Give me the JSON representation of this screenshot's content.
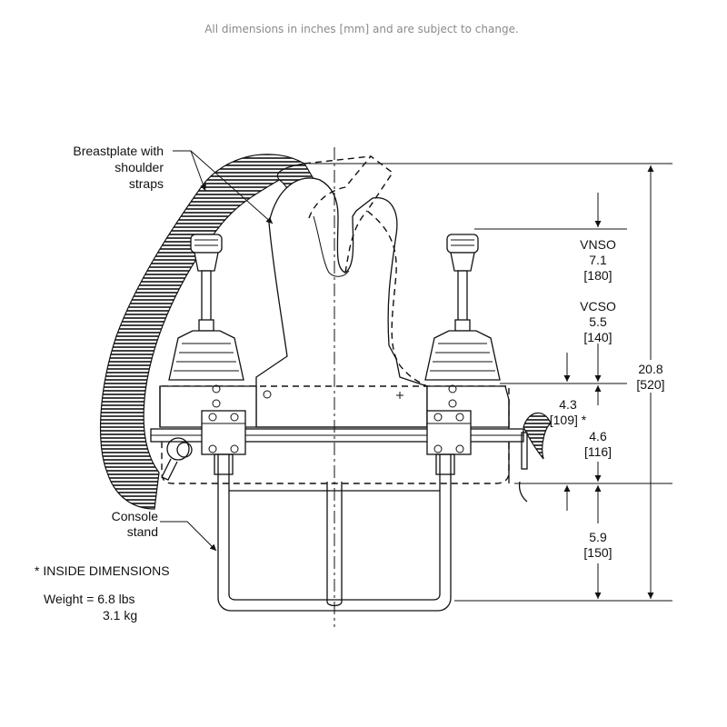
{
  "header": {
    "note": "All dimensions in inches [mm] and are subject to change."
  },
  "callouts": {
    "breastplate_lines": [
      "Breastplate with",
      "shoulder",
      "straps"
    ],
    "console_lines": [
      "Console",
      "stand"
    ],
    "inside_note": "* INSIDE DIMENSIONS",
    "weight_lines": [
      "Weight = 6.8 lbs",
      "3.1 kg"
    ]
  },
  "dimensions": {
    "vnso": {
      "name": "VNSO",
      "in": "7.1",
      "mm": "[180]"
    },
    "vcso": {
      "name": "VCSO",
      "in": "5.5",
      "mm": "[140]"
    },
    "inside_height": {
      "in": "4.3",
      "mm": "[109] *"
    },
    "enclosure_height": {
      "in": "4.6",
      "mm": "[116]"
    },
    "stand_height": {
      "in": "5.9",
      "mm": "[150]"
    },
    "overall_height": {
      "in": "20.8",
      "mm": "[520]"
    }
  },
  "colors": {
    "line": "#111111",
    "header_text": "#8a8a8a",
    "background": "#ffffff"
  }
}
